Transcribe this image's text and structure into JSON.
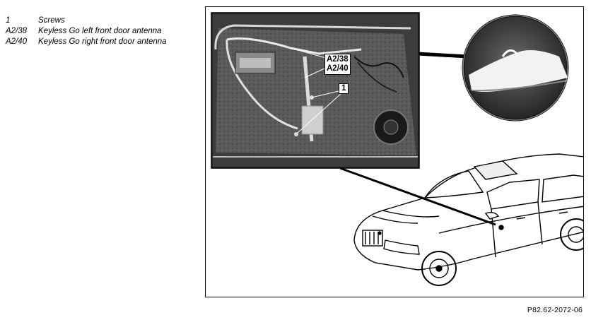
{
  "legend": {
    "items": [
      {
        "code": "1",
        "desc": "Screws"
      },
      {
        "code": "A2/38",
        "desc": "Keyless Go left front door antenna"
      },
      {
        "code": "A2/40",
        "desc": "Keyless Go right front door antenna"
      }
    ]
  },
  "figure": {
    "callouts": {
      "antenna_left": "A2/38",
      "antenna_right": "A2/40",
      "screws": "1"
    }
  },
  "reference_code": "P82.62-2072-06"
}
